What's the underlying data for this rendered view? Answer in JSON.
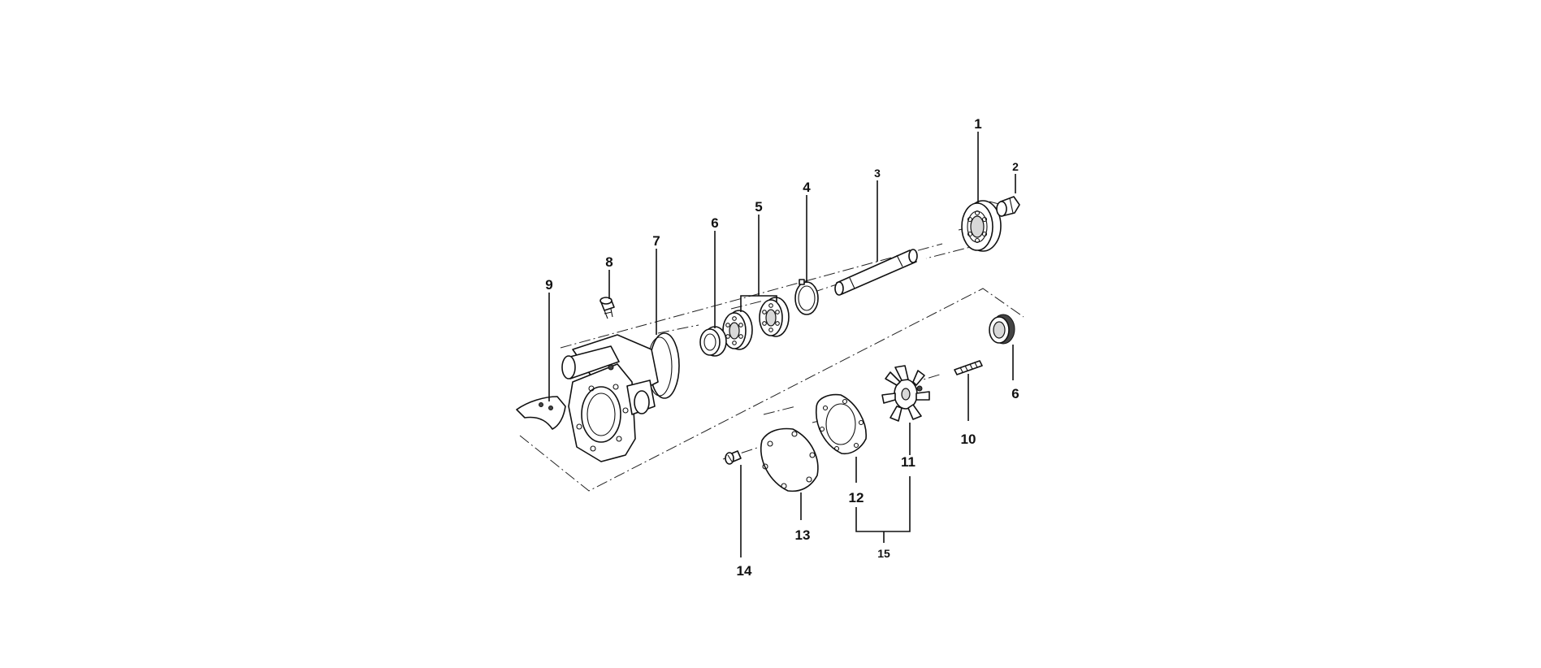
{
  "callouts": {
    "p1": "1",
    "p2": "2",
    "p3": "3",
    "p4": "4",
    "p5": "5",
    "p6a": "6",
    "p6b": "6",
    "p7": "7",
    "p8": "8",
    "p9": "9",
    "p10": "10",
    "p11": "11",
    "p12": "12",
    "p13": "13",
    "p14": "14",
    "p15": "15"
  }
}
